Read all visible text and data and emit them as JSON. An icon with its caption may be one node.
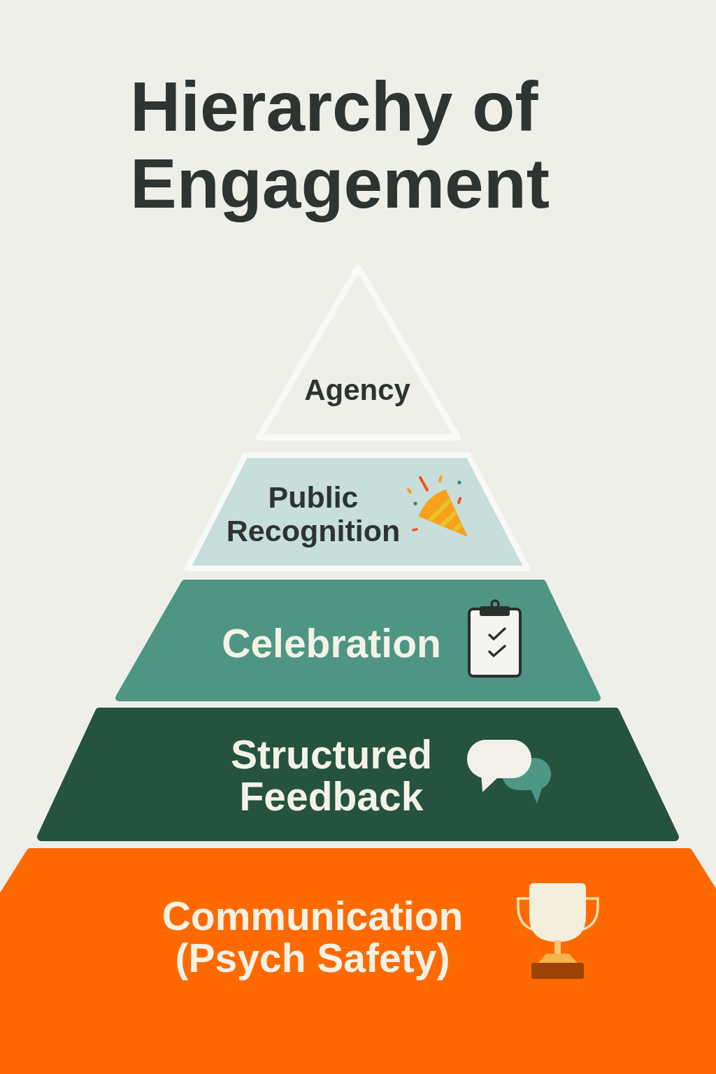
{
  "diagram": {
    "title": "Hierarchy of Engagement",
    "nodes": [
      {
        "text": [
          "Agency"
        ]
      },
      {
        "text": [
          "Public Recognition"
        ]
      },
      {
        "text": [
          "Celebration"
        ]
      },
      {
        "text": [
          "Structured Feedback"
        ]
      },
      {
        "text": [
          "Communication (Psych Safety)"
        ]
      }
    ]
  }
}
